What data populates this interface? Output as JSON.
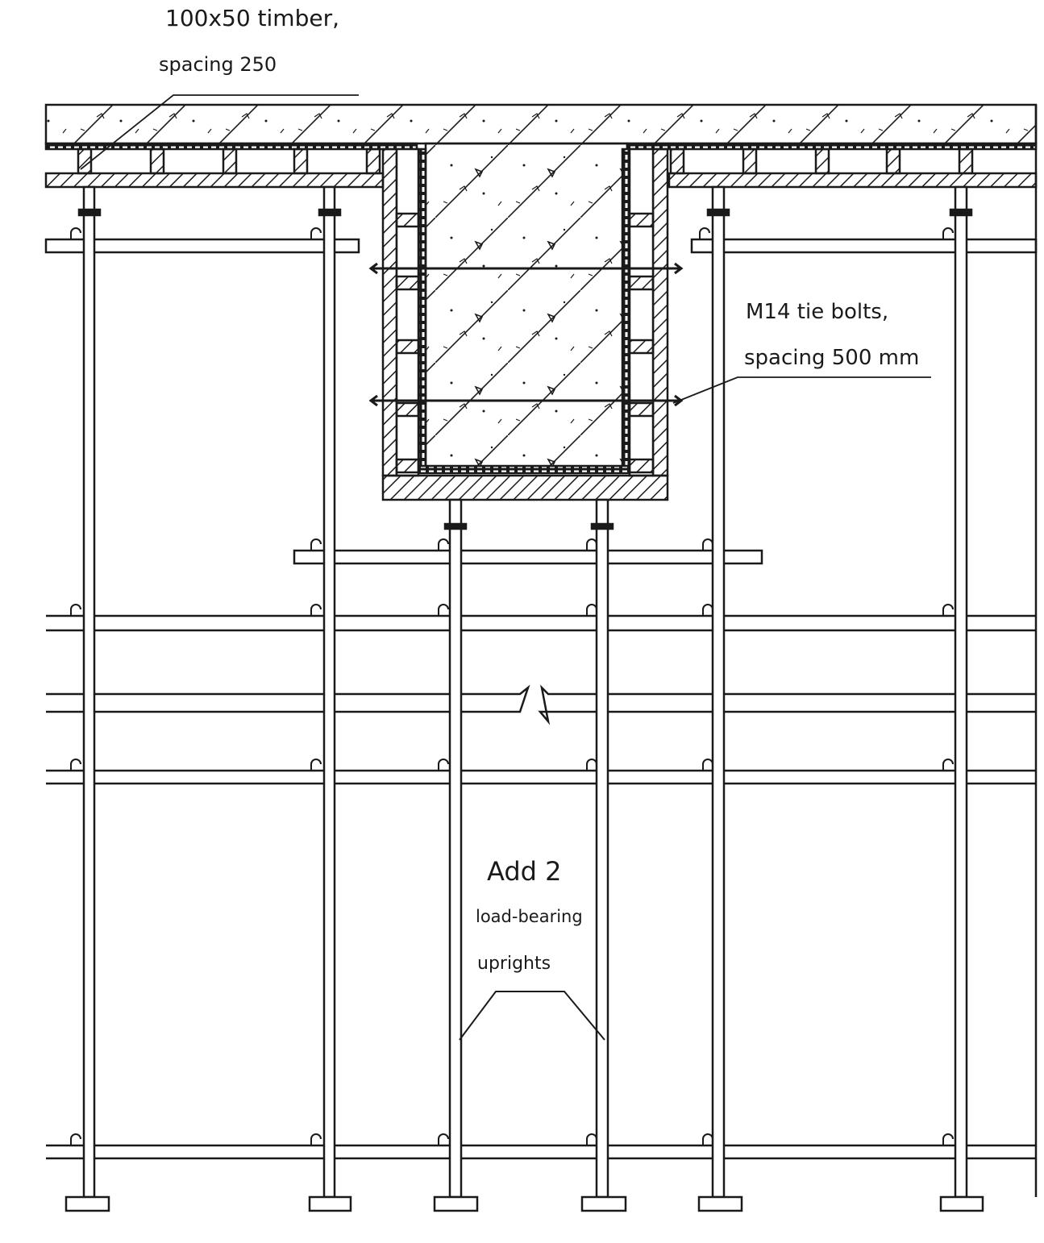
{
  "annotations": {
    "timber": {
      "line1": "100x50 timber,",
      "line2": "spacing 250"
    },
    "tie_bolts": {
      "line1": "M14 tie bolts,",
      "line2": "spacing 500 mm"
    },
    "uprights": {
      "line1": "Add 2",
      "line2": "load-bearing",
      "line3": "uprights"
    }
  },
  "colors": {
    "ink": "#1a1a1a",
    "background": "#ffffff"
  }
}
